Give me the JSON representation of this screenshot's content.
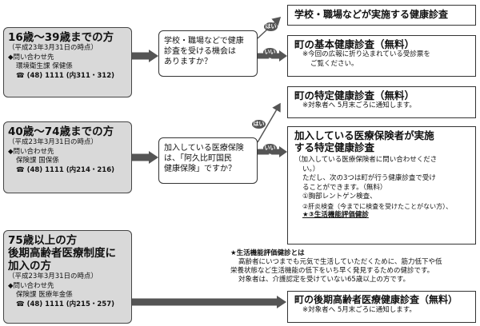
{
  "groups": [
    {
      "title": "16歳〜39歳までの方",
      "as_of": "（平成23年3月31日の時点）",
      "contact_label": "◆問い合わせ先",
      "dept": "環境衛生課 保健係",
      "phone": "(48) 1111 (内311・312)"
    },
    {
      "title": "40歳〜74歳までの方",
      "as_of": "（平成23年3月31日の時点）",
      "contact_label": "◆問い合わせ先",
      "dept": "保険課 国保係",
      "phone": "(48) 1111 (内214・216)"
    },
    {
      "title_line1": "75歳以上の方",
      "title_line2": "後期高齢者医療制度に",
      "title_line3": "加入の方",
      "as_of": "（平成23年3月31日の時点）",
      "contact_label": "◆問い合わせ先",
      "dept": "保険課 医療年金係",
      "phone": "(48) 1111 (内215・257)"
    }
  ],
  "questions": {
    "q1_line1": "学校・職場などで健康",
    "q1_line2": "診査を受ける機会は",
    "q1_line3": "ありますか？",
    "q2_line1": "加入している医療保険",
    "q2_line2": "は、「阿久比町国民",
    "q2_line3": "健康保険」ですか？"
  },
  "labels": {
    "yes": "はい",
    "no": "いいえ"
  },
  "results": {
    "r1": "学校・職場などが実施する健康診査",
    "r2_title": "町の基本健康診査（無料）",
    "r2_note1": "※今回の広報に折り込まれている受診票を",
    "r2_note2": "ご覧ください。",
    "r3_title": "町の特定健康診査（無料）",
    "r3_note": "※対象者へ 5月末ごろに通知します。",
    "r4_title1": "加入している医療保険者が実施",
    "r4_title2": "する特定健康診査",
    "r4_l1": "（加入している医療保険者に問い合わせくださ",
    "r4_l2": "い。）",
    "r4_l3": "ただし、次の3つは町が行う健康診査で受け",
    "r4_l4": "ることができます。（無料）",
    "r4_l5": "①胸部レントゲン検査、",
    "r4_l6": "②肝炎検査（今までに検査を受けたことがない方）、",
    "r4_l7": "★③生活機能評価健診",
    "r5_title": "町の後期高齢者医療健康診査（無料）",
    "r5_note": "※対象者へ 5月末ごろに通知します。"
  },
  "footnote": {
    "l1": "★生活機能評価健診とは",
    "l2": "高齢者にいつまでも元気で生活していただくために、筋力低下や低",
    "l3": "栄養状態など生活機能の低下をいち早く発見するための健診です。",
    "l4": "対象者は、介護認定を受けていない65歳以上の方です。"
  }
}
